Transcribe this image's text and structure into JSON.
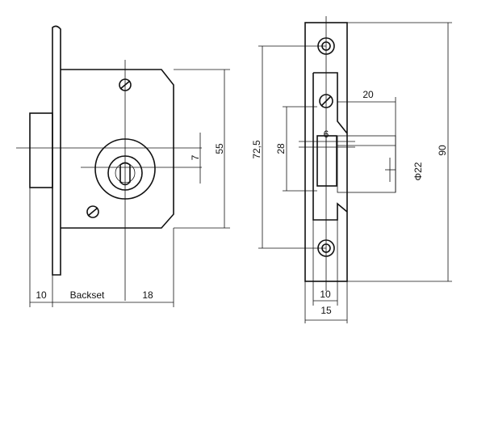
{
  "labels": {
    "front_view": {
      "dim_left": "10",
      "dim_backset": "Backset",
      "dim_right": "18",
      "dim_keyhole_height": "7",
      "dim_body_height": "55"
    },
    "side_view": {
      "dim_total_height": "72,5",
      "dim_inner_height": "28",
      "dim_depth": "20",
      "dim_bolt": "6",
      "dim_diameter": "Φ22",
      "dim_overall": "90",
      "dim_inner_width": "10",
      "dim_faceplate_width": "15"
    }
  },
  "colors": {
    "line": "#111111",
    "background": "#ffffff"
  }
}
